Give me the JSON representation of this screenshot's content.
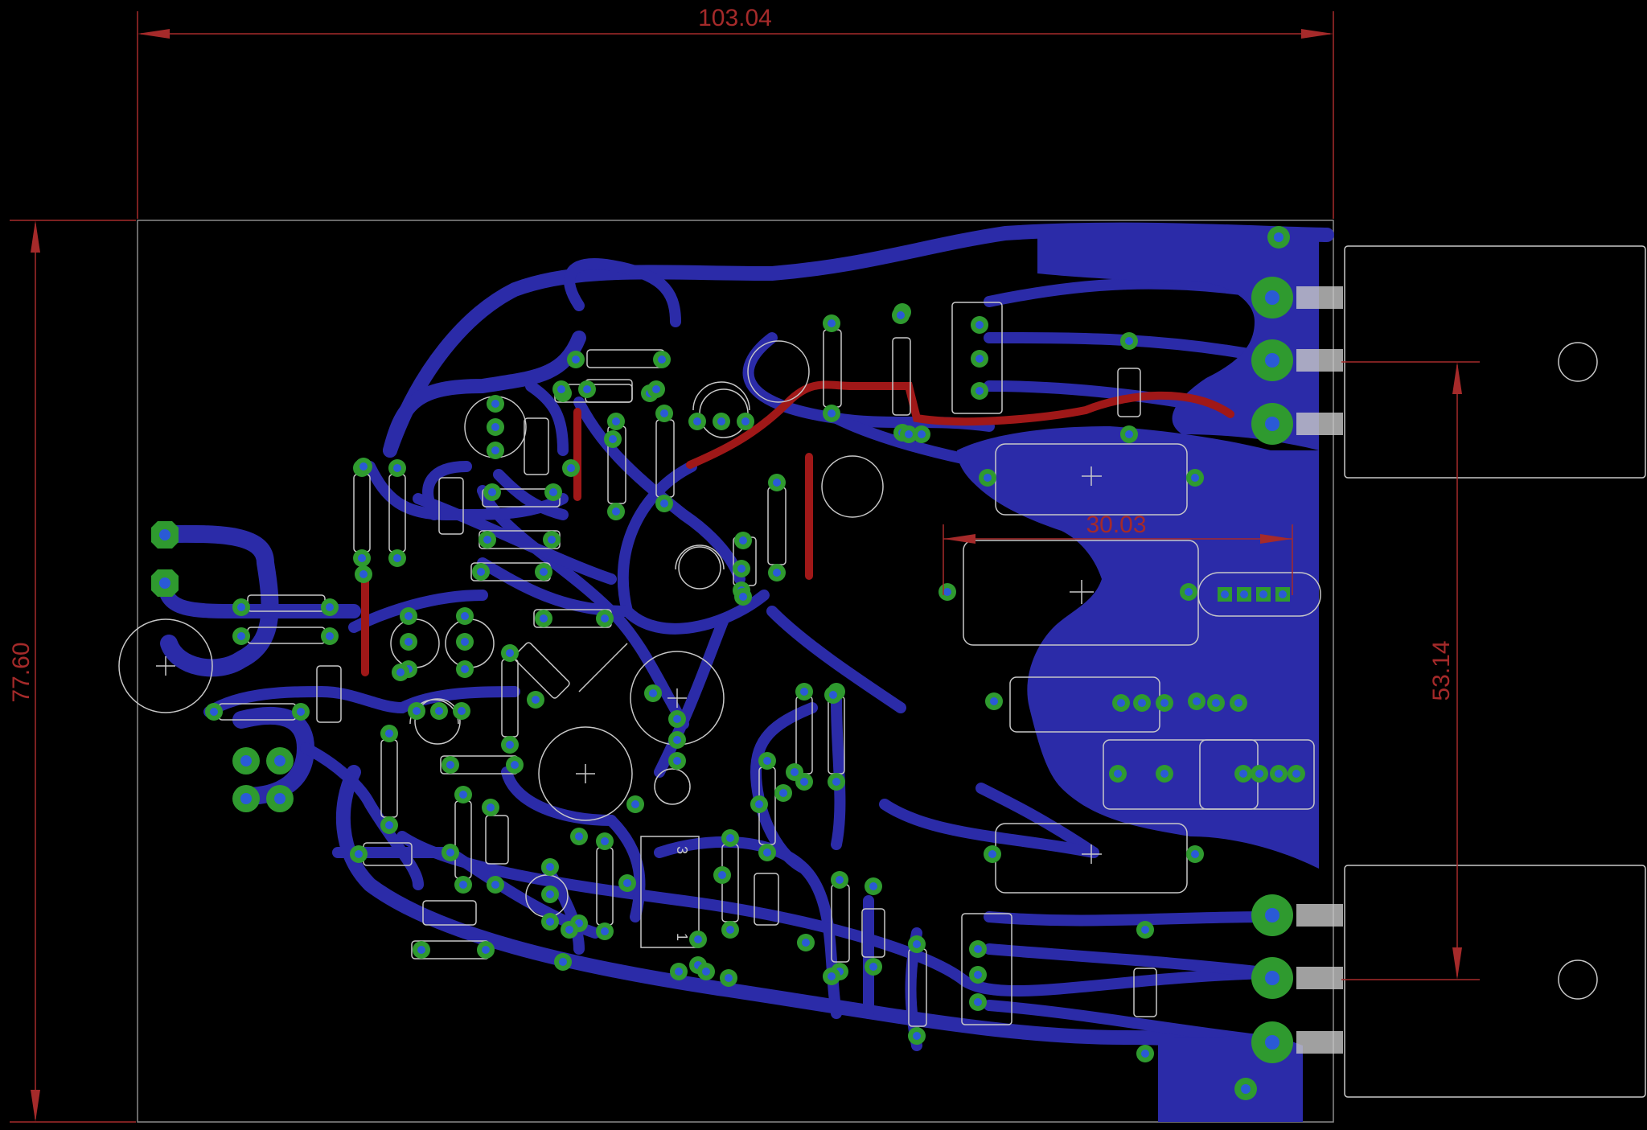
{
  "board": {
    "dimensions": {
      "width": "103.04",
      "height": "77.60",
      "pad_span": "30.03",
      "heatsink_span": "53.14"
    }
  },
  "colors": {
    "background": "#000000",
    "bottom_copper": "#2b2ba8",
    "top_copper": "#a01818",
    "pad": "#2f9a2f",
    "via": "#2a5ad6",
    "silkscreen": "#c8c8c8",
    "dimension": "#a52a2a",
    "outline": "#8a8a8a"
  },
  "silk_labels": {
    "pin3": "3",
    "pin1": "1"
  }
}
